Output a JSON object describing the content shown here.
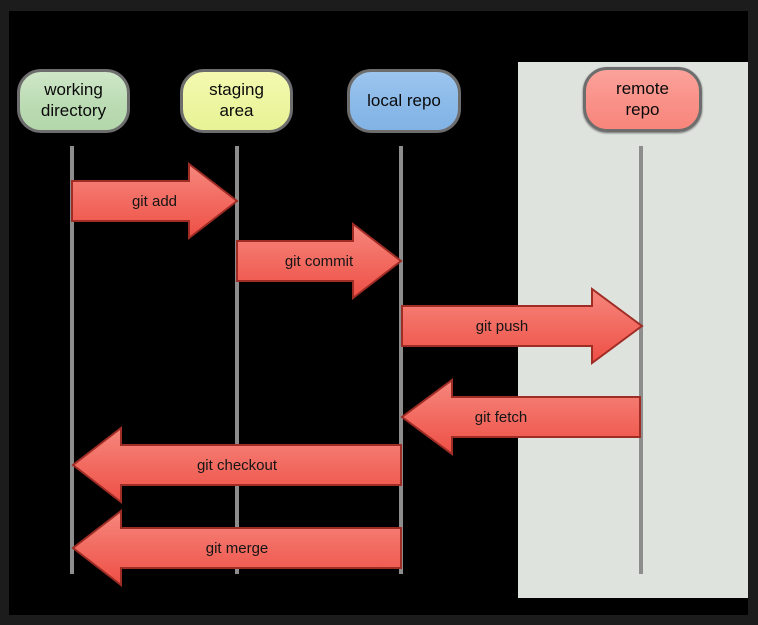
{
  "diagram": {
    "nodes": [
      {
        "id": "working-directory",
        "label": "working\ndirectory",
        "fill": "#bfdfb9"
      },
      {
        "id": "staging-area",
        "label": "staging\narea",
        "fill": "#eef6a4"
      },
      {
        "id": "local-repo",
        "label": "local repo",
        "fill": "#8cbbe9"
      },
      {
        "id": "remote-repo",
        "label": "remote\nrepo",
        "fill": "#f9928a"
      }
    ],
    "arrows": [
      {
        "label": "git add",
        "from": "working-directory",
        "to": "staging-area",
        "direction": "right"
      },
      {
        "label": "git commit",
        "from": "staging-area",
        "to": "local-repo",
        "direction": "right"
      },
      {
        "label": "git push",
        "from": "local-repo",
        "to": "remote-repo",
        "direction": "right"
      },
      {
        "label": "git fetch",
        "from": "remote-repo",
        "to": "local-repo",
        "direction": "left"
      },
      {
        "label": "git checkout",
        "from": "local-repo",
        "to": "working-directory",
        "direction": "left"
      },
      {
        "label": "git merge",
        "from": "local-repo",
        "to": "working-directory",
        "direction": "left"
      }
    ],
    "colors": {
      "background": "#000000",
      "frame": "#1c1c1c",
      "remote_panel": "#dfe3de",
      "lifeline": "#8d8d8d",
      "arrow_fill_top": "#f6877d",
      "arrow_fill_bottom": "#ee4f45",
      "arrow_border": "#a02d25",
      "node_border": "#6d6d6d",
      "text": "#0a0a0a"
    }
  }
}
